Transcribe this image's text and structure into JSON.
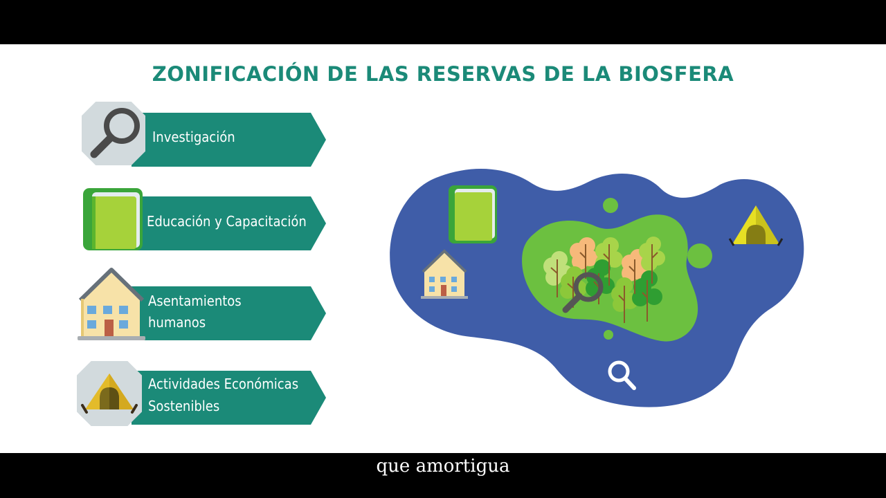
{
  "slide": {
    "title": "ZONIFICACIÓN DE LAS RESERVAS DE LA BIOSFERA",
    "colors": {
      "teal": "#1b8a78",
      "map_blue": "#3f5da8",
      "core_green": "#6cc040",
      "octagon_gray": "#d2dadd"
    },
    "legend": [
      {
        "icon": "magnifier-icon",
        "label_lines": [
          "Investigación"
        ]
      },
      {
        "icon": "book-icon",
        "label_lines": [
          "Educación y Capacitación"
        ]
      },
      {
        "icon": "house-icon",
        "label_lines": [
          "Asentamientos",
          "humanos"
        ]
      },
      {
        "icon": "tent-icon",
        "label_lines": [
          "Actividades Económicas",
          "Sostenibles"
        ]
      }
    ],
    "map": {
      "zones": [
        "transition-zone",
        "buffer-zone",
        "core-zone"
      ],
      "icons": [
        "book-icon",
        "house-icon",
        "tent-icon",
        "forest-icon",
        "magnifier-icon",
        "magnifier-outline-icon"
      ]
    }
  },
  "subtitle": "que amortigua"
}
